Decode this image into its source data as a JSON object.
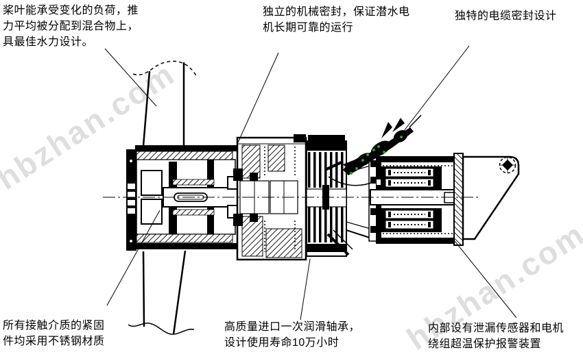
{
  "watermark": {
    "text": "hbzhan.com",
    "color": "#d6d6d6"
  },
  "colors": {
    "line": "#000000",
    "background": "#ffffff",
    "watermark": "#d6d6d6",
    "cable_seal_green": "#2f9e33"
  },
  "annotations": {
    "top_left": {
      "text": "桨叶能承受变化的负荷，推\n力平均被分配到混合物上，\n具最佳水力设计。"
    },
    "top_middle": {
      "text": "独立的机械密封，保证潜水电\n机长期可靠的运行"
    },
    "top_right": {
      "text": "独特的电缆密封设计"
    },
    "bottom_left": {
      "text": "所有接触介质的紧固\n件均采用不锈钢材质"
    },
    "bottom_middle": {
      "text": "高质量进口一次润滑轴承，\n设计使用寿命10万小时"
    },
    "bottom_right": {
      "text": "内部设有泄漏传感器和电机\n绕组超温保护报警装置"
    }
  }
}
